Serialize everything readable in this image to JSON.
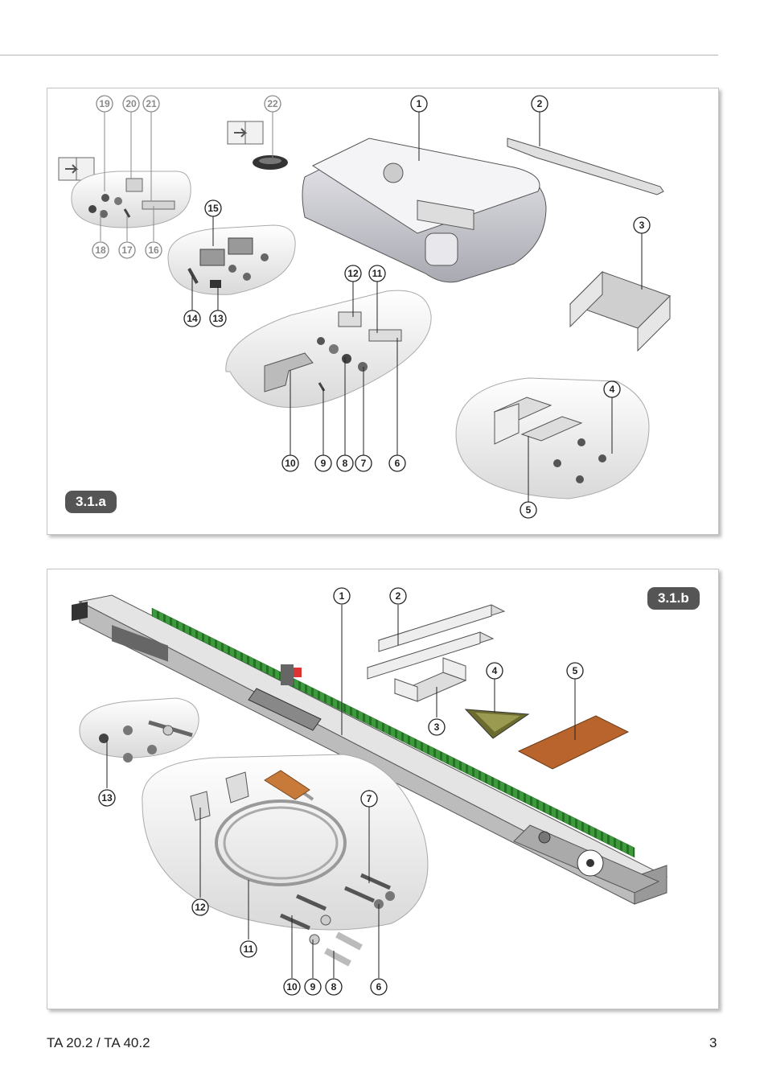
{
  "figure_a": {
    "label": "3.1.a",
    "callouts": [
      "19",
      "20",
      "21",
      "22",
      "1",
      "2",
      "18",
      "17",
      "16",
      "15",
      "3",
      "12",
      "11",
      "14",
      "13",
      "4",
      "10",
      "9",
      "8",
      "7",
      "6",
      "5"
    ],
    "icons": [
      "manual-book-icon",
      "manual-book-icon",
      "opener-unit",
      "mounting-bracket",
      "u-bracket",
      "parts-bag",
      "remote-control"
    ]
  },
  "figure_b": {
    "label": "3.1.b",
    "callouts": [
      "1",
      "2",
      "4",
      "5",
      "3",
      "13",
      "7",
      "12",
      "11",
      "10",
      "9",
      "8",
      "6"
    ],
    "icons": [
      "rail-assembly",
      "angle-brackets",
      "u-bracket",
      "warning-label",
      "drilling-template",
      "parts-bag",
      "cable"
    ]
  },
  "footer": {
    "model": "TA 20.2 / TA 40.2",
    "page_number": "3"
  },
  "colors": {
    "rack_green": "#3c9a3c",
    "label_bg": "#555555",
    "plug_orange": "#c87a3a",
    "template_brown": "#b8642c"
  }
}
